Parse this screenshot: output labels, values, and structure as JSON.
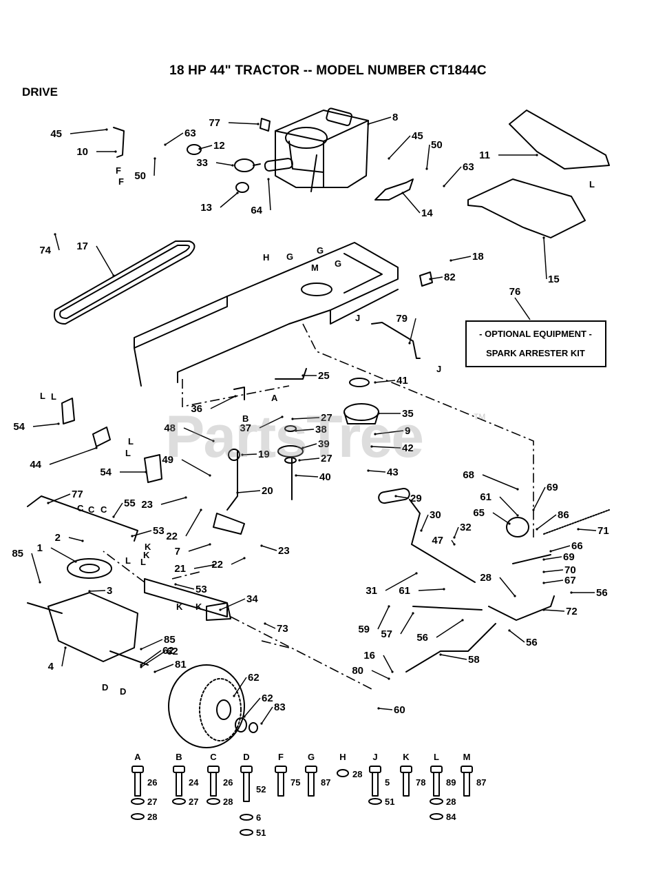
{
  "title": "18 HP 44\" TRACTOR -- MODEL NUMBER CT1844C",
  "section": "DRIVE",
  "watermark": "PartsTree",
  "watermark_tm": "TM",
  "optional_box": {
    "line1": "- OPTIONAL EQUIPMENT -",
    "line2": "SPARK ARRESTER KIT",
    "callout": "76"
  },
  "callouts": [
    "1",
    "2",
    "3",
    "4",
    "5",
    "6",
    "7",
    "8",
    "9",
    "10",
    "11",
    "12",
    "13",
    "14",
    "15",
    "16",
    "17",
    "18",
    "19",
    "20",
    "21",
    "22",
    "23",
    "25",
    "27",
    "28",
    "29",
    "30",
    "31",
    "32",
    "33",
    "34",
    "35",
    "36",
    "37",
    "38",
    "39",
    "40",
    "41",
    "42",
    "43",
    "44",
    "45",
    "47",
    "48",
    "49",
    "50",
    "53",
    "54",
    "55",
    "56",
    "57",
    "58",
    "59",
    "60",
    "61",
    "62",
    "63",
    "64",
    "65",
    "66",
    "67",
    "68",
    "69",
    "70",
    "71",
    "72",
    "73",
    "74",
    "77",
    "79",
    "80",
    "81",
    "82",
    "83",
    "85",
    "86"
  ],
  "connector_letters": [
    "A",
    "B",
    "C",
    "D",
    "F",
    "G",
    "H",
    "J",
    "K",
    "L",
    "M"
  ],
  "hardware_legend": [
    {
      "letter": "A",
      "parts": [
        "26",
        "27",
        "28"
      ]
    },
    {
      "letter": "B",
      "parts": [
        "24",
        "27"
      ]
    },
    {
      "letter": "C",
      "parts": [
        "26",
        "28"
      ]
    },
    {
      "letter": "D",
      "parts": [
        "52",
        "6",
        "51"
      ]
    },
    {
      "letter": "F",
      "parts": [
        "75"
      ]
    },
    {
      "letter": "G",
      "parts": [
        "87"
      ]
    },
    {
      "letter": "H",
      "parts": [
        "28"
      ]
    },
    {
      "letter": "J",
      "parts": [
        "5",
        "51"
      ]
    },
    {
      "letter": "K",
      "parts": [
        "78"
      ]
    },
    {
      "letter": "L",
      "parts": [
        "89",
        "28",
        "84"
      ]
    },
    {
      "letter": "M",
      "parts": [
        "87"
      ]
    }
  ]
}
